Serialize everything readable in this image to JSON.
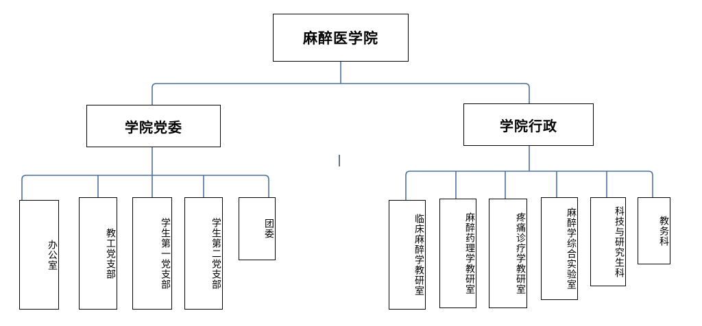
{
  "diagram": {
    "title": "麻醉医学院",
    "root": {
      "label": "麻醉医学院"
    },
    "branches": [
      {
        "label": "学院党委"
      },
      {
        "label": "学院行政"
      }
    ],
    "party_units": [
      {
        "label": "办公室"
      },
      {
        "label": "教工党支部"
      },
      {
        "label": "学生第一党支部"
      },
      {
        "label": "学生第二党支部"
      },
      {
        "label": "团委"
      }
    ],
    "admin_units": [
      {
        "label": "临床麻醉学教研室"
      },
      {
        "label": "麻醉药理学教研室"
      },
      {
        "label": "疼痛诊疗学教研室"
      },
      {
        "label": "麻醉学综合实验室"
      },
      {
        "label": "科技与研究生科"
      },
      {
        "label": "教务科"
      }
    ],
    "colors": {
      "node_border": "#000000",
      "connector": "#4a6f9e",
      "background": "#ffffff",
      "text": "#000000"
    },
    "cursor": {
      "label": ""
    }
  }
}
